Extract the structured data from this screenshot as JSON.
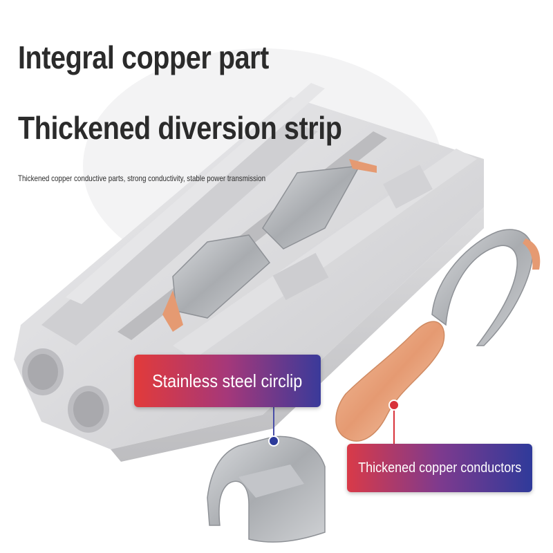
{
  "headline": {
    "line1": "Integral copper part",
    "line2": "Thickened diversion strip",
    "subtitle": "Thickened copper conductive parts, strong conductivity, stable power transmission"
  },
  "callouts": {
    "steel": {
      "label": "Stainless steel circlip",
      "dot_color": "#2c3a9a"
    },
    "copper": {
      "label": "Thickened copper conductors",
      "dot_color": "#d8323a"
    }
  },
  "colors": {
    "housing": "#d9d9db",
    "steel": "#b9bcc0",
    "copper": "#e8a07a",
    "title_text": "#2b2b2b"
  }
}
